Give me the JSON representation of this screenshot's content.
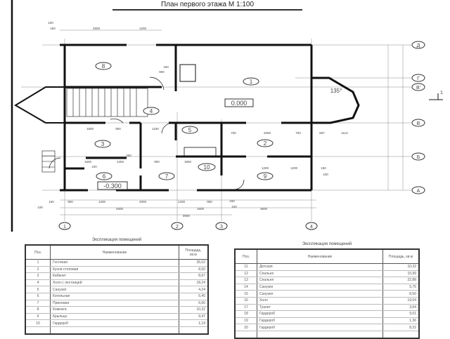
{
  "title": "План первого этажа М 1:100",
  "axes": {
    "columns": [
      "1",
      "2",
      "3",
      "4"
    ],
    "rows": [
      "Д",
      "Г",
      "В'",
      "В",
      "Б",
      "А"
    ]
  },
  "rooms": [
    "1",
    "2",
    "3",
    "4",
    "5",
    "6",
    "7",
    "8",
    "9",
    "10"
  ],
  "levels": {
    "main": "0.000",
    "lower": "-0.300"
  },
  "angle": "135°",
  "section_mark": "1",
  "dims": [
    "100",
    "150",
    "2500",
    "1200",
    "150",
    "900",
    "1600",
    "900",
    "1150",
    "700",
    "2000",
    "700",
    "687",
    "1113",
    "1500",
    "1300",
    "900",
    "1900",
    "300",
    "100",
    "1200",
    "1200",
    "150",
    "100",
    "150",
    "950",
    "1200",
    "2000",
    "1200",
    "950",
    "4500",
    "1600",
    "3600",
    "9900",
    "100",
    "150",
    "100"
  ],
  "tables": [
    {
      "caption": "Экспликация помещений",
      "headers": {
        "pos": "Поз.",
        "name": "Наименование",
        "area": "Площадь, кв.м"
      },
      "rows": [
        {
          "pos": "1",
          "name": "Гостиная",
          "area": "35,02"
        },
        {
          "pos": "2",
          "name": "Кухня-столовая",
          "area": "8,50"
        },
        {
          "pos": "3",
          "name": "Кабинет",
          "area": "8,67"
        },
        {
          "pos": "4",
          "name": "Холл с лестницей",
          "area": "18,24"
        },
        {
          "pos": "5",
          "name": "Санузел",
          "area": "4,24"
        },
        {
          "pos": "6",
          "name": "Котельная",
          "area": "6,45"
        },
        {
          "pos": "7",
          "name": "Прихожая",
          "area": "6,66"
        },
        {
          "pos": "8",
          "name": "Комната",
          "area": "10,32"
        },
        {
          "pos": "9",
          "name": "Крыльцо",
          "area": "9,47"
        },
        {
          "pos": "10",
          "name": "Гардероб",
          "area": "1,19"
        }
      ]
    },
    {
      "caption": "Экспликация помещений",
      "headers": {
        "pos": "Поз.",
        "name": "Наименование",
        "area": "Площадь, кв.м"
      },
      "rows": [
        {
          "pos": "11",
          "name": "Детская",
          "area": "10,32"
        },
        {
          "pos": "12",
          "name": "Спальня",
          "area": "15,99"
        },
        {
          "pos": "13",
          "name": "Спальня",
          "area": "22,88"
        },
        {
          "pos": "14",
          "name": "Санузел",
          "area": "5,75"
        },
        {
          "pos": "15",
          "name": "Санузел",
          "area": "8,50"
        },
        {
          "pos": "16",
          "name": "Холл",
          "area": "19,54"
        },
        {
          "pos": "17",
          "name": "Туалет",
          "area": "3,64"
        },
        {
          "pos": "18",
          "name": "Гардероб",
          "area": "9,01"
        },
        {
          "pos": "19",
          "name": "Гардероб",
          "area": "1,36"
        },
        {
          "pos": "20",
          "name": "Гардероб",
          "area": "8,32"
        }
      ]
    }
  ]
}
